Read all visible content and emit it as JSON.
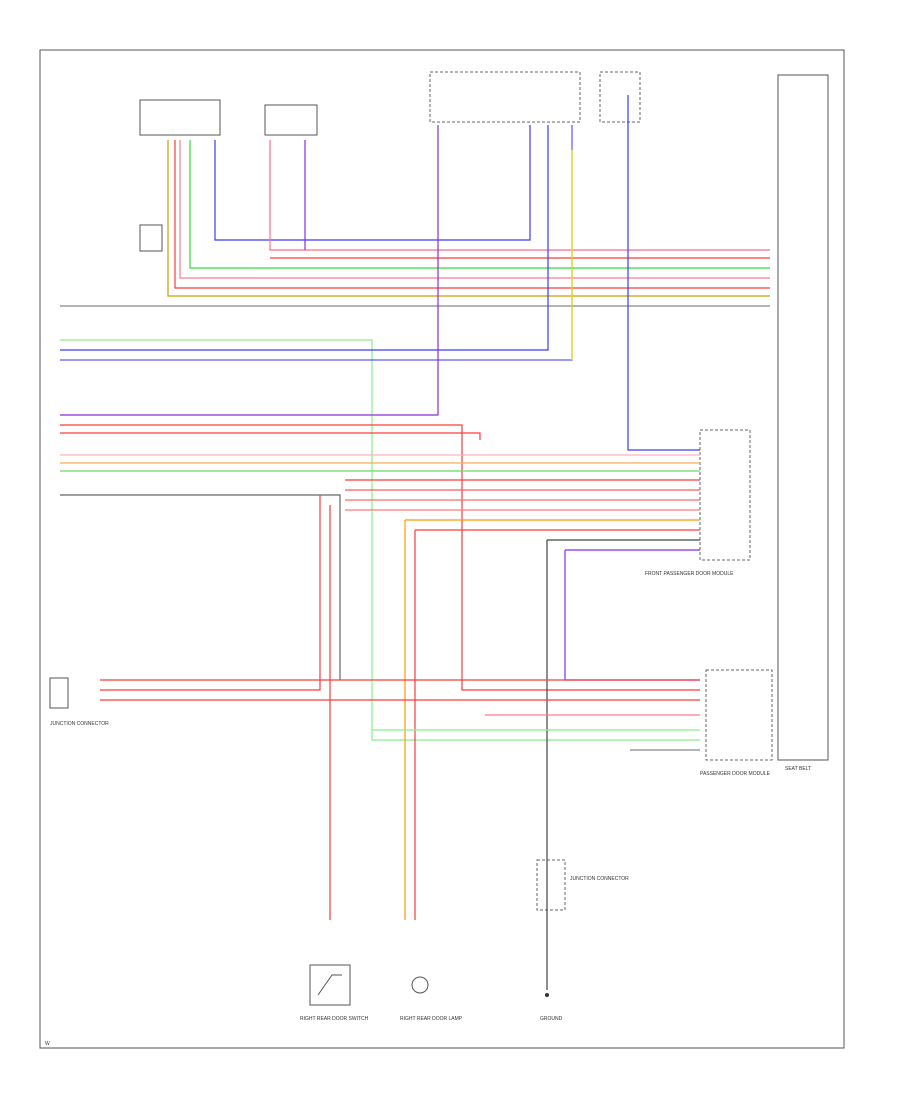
{
  "title": "",
  "footer_code": "W",
  "colors": {
    "red": "#ff3b3b",
    "pink": "#ff7a8a",
    "violet": "#8a2be2",
    "blue": "#3b3bff",
    "green": "#33dd33",
    "light_green": "#88ee88",
    "yellow": "#f0e000",
    "orange": "#ff9900",
    "gray": "#888888",
    "dark_gray": "#444444"
  },
  "components": {
    "seat_belt": "SEAT BELT",
    "passenger_door_module": "PASSENGER DOOR MODULE",
    "front_passenger_door_module": "FRONT PASSENGER DOOR MODULE",
    "junction_connector_left": "JUNCTION CONNECTOR",
    "junction_connector_center": "JUNCTION CONNECTOR",
    "lower_ground": "GROUND",
    "rear_door_switch": "RIGHT REAR DOOR SWITCH",
    "rear_door_lamp": "RIGHT REAR DOOR LAMP"
  }
}
